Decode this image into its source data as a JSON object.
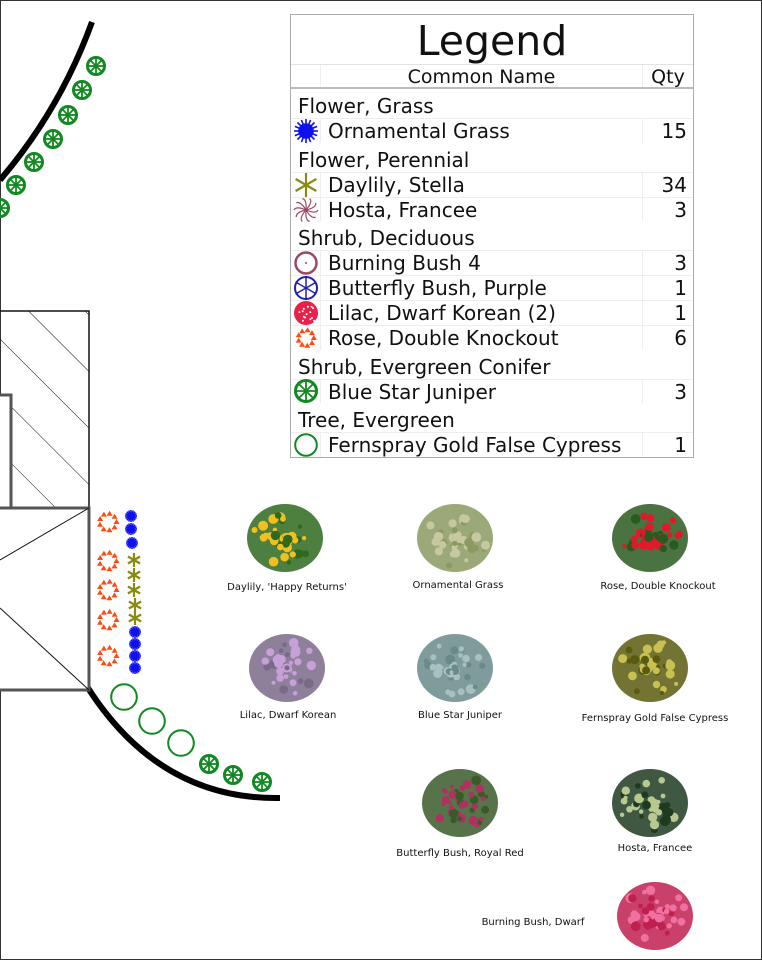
{
  "legend": {
    "title": "Legend",
    "header": {
      "name": "Common Name",
      "qty": "Qty"
    },
    "groups": [
      {
        "category": "Flower, Grass",
        "items": [
          {
            "name": "Ornamental Grass",
            "qty": "15",
            "icon": "grass-icon",
            "color": "#1010ee"
          }
        ]
      },
      {
        "category": "Flower, Perennial",
        "items": [
          {
            "name": "Daylily, Stella",
            "qty": "34",
            "icon": "daylily-icon",
            "color": "#8a8a10"
          },
          {
            "name": "Hosta, Francee",
            "qty": "3",
            "icon": "hosta-icon",
            "color": "#9a4a60"
          }
        ]
      },
      {
        "category": "Shrub, Deciduous",
        "items": [
          {
            "name": "Burning Bush 4",
            "qty": "3",
            "icon": "burning-bush-icon",
            "color": "#9a4a60"
          },
          {
            "name": "Butterfly Bush, Purple",
            "qty": "1",
            "icon": "butterfly-bush-icon",
            "color": "#2020b0"
          },
          {
            "name": "Lilac, Dwarf Korean (2)",
            "qty": "1",
            "icon": "lilac-icon",
            "color": "#e8204a"
          },
          {
            "name": "Rose, Double Knockout",
            "qty": "6",
            "icon": "rose-icon",
            "color": "#ff4a10"
          }
        ]
      },
      {
        "category": "Shrub, Evergreen Conifer",
        "items": [
          {
            "name": "Blue Star Juniper",
            "qty": "3",
            "icon": "juniper-icon",
            "color": "#108a20"
          }
        ]
      },
      {
        "category": "Tree, Evergreen",
        "items": [
          {
            "name": "Fernspray Gold False Cypress",
            "qty": "1",
            "icon": "cypress-icon",
            "color": "#108a20"
          }
        ]
      }
    ]
  },
  "photos": [
    {
      "label": "Daylily, 'Happy Returns'",
      "colors": [
        "#2e6a1e",
        "#f0c020"
      ]
    },
    {
      "label": "Ornamental Grass",
      "colors": [
        "#8a9a60",
        "#c8c8a0"
      ]
    },
    {
      "label": "Rose, Double Knockout",
      "colors": [
        "#2a5a20",
        "#e01a2a"
      ]
    },
    {
      "label": "Lilac, Dwarf Korean",
      "colors": [
        "#7a6a8a",
        "#c8a0d8"
      ]
    },
    {
      "label": "Blue Star Juniper",
      "colors": [
        "#6a8a8a",
        "#a8c0c0"
      ]
    },
    {
      "label": "Fernspray Gold False Cypress",
      "colors": [
        "#5a5a10",
        "#c8c050"
      ]
    },
    {
      "label": "Butterfly Bush, Royal Red",
      "colors": [
        "#3a5a2a",
        "#b03060"
      ]
    },
    {
      "label": "Hosta, Francee",
      "colors": [
        "#1e3a20",
        "#b8c890"
      ]
    },
    {
      "label": "Burning Bush, Dwarf",
      "colors": [
        "#c02050",
        "#f070a0"
      ]
    }
  ]
}
